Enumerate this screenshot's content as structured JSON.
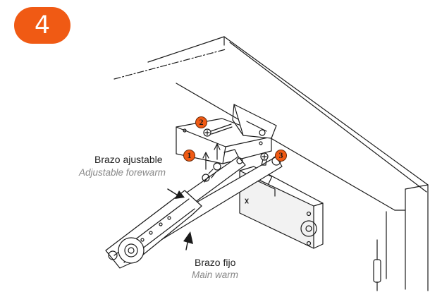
{
  "step_number": "4",
  "labels": {
    "adjustable_arm_es": "Brazo ajustable",
    "adjustable_arm_en": "Adjustable forewarm",
    "main_arm_es": "Brazo fijo",
    "main_arm_en": "Main warm"
  },
  "callouts": [
    "1",
    "2",
    "3"
  ],
  "colors": {
    "accent": "#f05a14",
    "line": "#1a1a1a"
  }
}
